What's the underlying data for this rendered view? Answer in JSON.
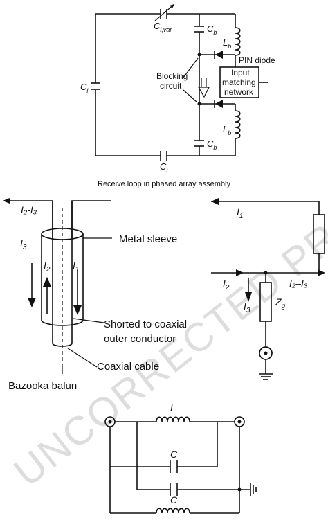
{
  "top_circuit": {
    "ci_label_main": "C",
    "ci_label_sub": "i",
    "civar_main": "C",
    "civar_sub": "i,var",
    "cb_main": "C",
    "cb_sub": "b",
    "lb_main": "L",
    "lb_sub": "b",
    "pin_diode": "PIN diode",
    "blocking_circuit_line1": "Blocking",
    "blocking_circuit_line2": "circuit",
    "input_matching_line1": "Input",
    "input_matching_line2": "matching",
    "input_matching_line3": "network",
    "caption": "Receive loop in phased array assembly"
  },
  "balun": {
    "current_i2_i3": "I₂-I₃",
    "i3_main": "I",
    "i3_sub": "3",
    "i2_main": "I",
    "i2_sub": "2",
    "i1_main": "I",
    "i1_sub": "1",
    "metal_sleeve": "Metal sleeve",
    "shorted_line1": "Shorted to coaxial",
    "shorted_line2": "outer conductor",
    "coaxial_cable": "Coaxial cable",
    "bazooka_balun": "Bazooka balun"
  },
  "equivalent": {
    "i1_main": "I",
    "i1_sub": "1",
    "i2_main": "I",
    "i2_sub": "2",
    "i3_main": "I",
    "i3_sub": "3",
    "zg_main": "Z",
    "zg_sub": "g",
    "i2_minus_i3": "I₂–I₃"
  },
  "lc_balun": {
    "l_label": "L",
    "c_label_top": "C",
    "c_label_bottom": "C"
  },
  "watermark": "UNCORRECTED PROOF"
}
